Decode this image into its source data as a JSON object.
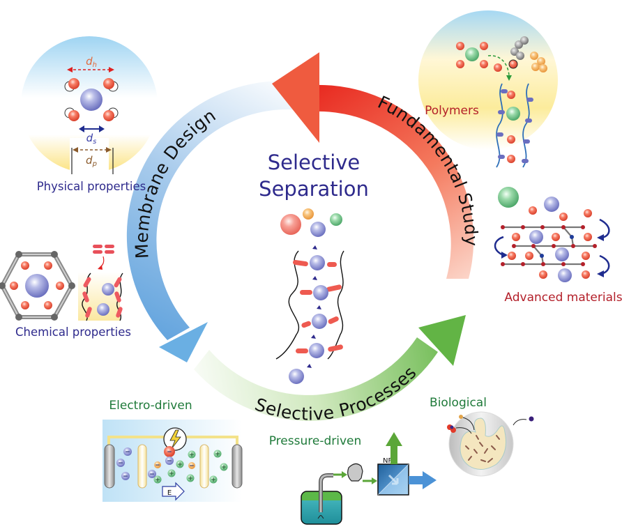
{
  "center": {
    "title_line1": "Selective",
    "title_line2": "Separation"
  },
  "cycle": {
    "arcs": [
      {
        "id": "membrane-design",
        "label": "Membrane Design",
        "color_start": "#5a9fdc",
        "color_end": "#e9f2fb"
      },
      {
        "id": "fundamental-study",
        "label": "Fundamental Study",
        "color_start": "#e8281f",
        "color_end": "#fbdccf"
      },
      {
        "id": "selective-processes",
        "label": "Selective Processes",
        "color_start": "#eef6e6",
        "color_end": "#62b445"
      }
    ]
  },
  "panels": {
    "physical": {
      "label": "Physical properties",
      "dh": "d",
      "dh_sub": "h",
      "ds": "d",
      "ds_sub": "s",
      "dp": "d",
      "dp_sub": "p"
    },
    "chemical": {
      "label": "Chemical properties"
    },
    "polymers": {
      "label": "Polymers"
    },
    "advanced": {
      "label": "Advanced materials"
    },
    "electro": {
      "label": "Electro-driven",
      "field_label": "E"
    },
    "pressure": {
      "label": "Pressure-driven",
      "unit_label": "NF"
    },
    "biological": {
      "label": "Biological"
    }
  },
  "colors": {
    "label_blue": "#2e2a8c",
    "label_red": "#b3202a",
    "label_green": "#1f7a3a",
    "water_red": "#ee5a44",
    "ion_blue": "#8a8fd0",
    "ion_green": "#6cc08a",
    "ion_orange": "#f4b060"
  }
}
